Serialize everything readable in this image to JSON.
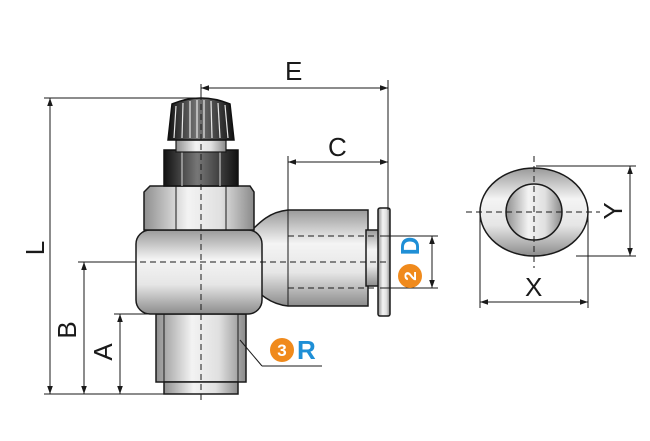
{
  "labels": {
    "E": "E",
    "C": "C",
    "L": "L",
    "B": "B",
    "A": "A",
    "X": "X",
    "Y": "Y"
  },
  "callouts": [
    {
      "number": "2",
      "letter": "D"
    },
    {
      "number": "3",
      "letter": "R"
    }
  ],
  "colors": {
    "callout_circle": "#f08a1c",
    "callout_letter": "#1f8fd6",
    "line": "#1a1a1a"
  }
}
